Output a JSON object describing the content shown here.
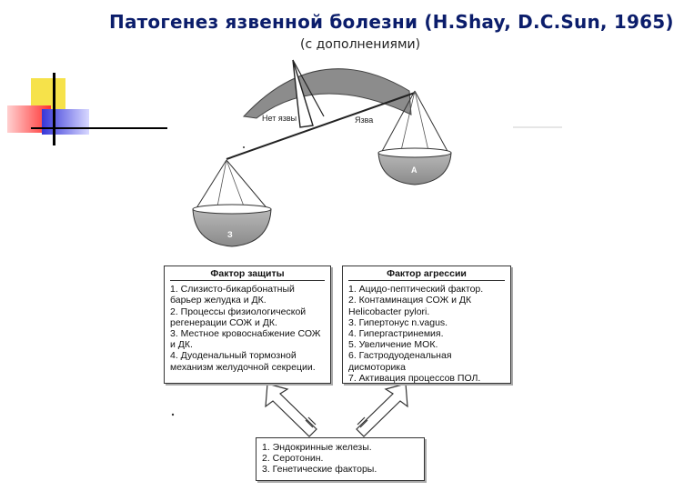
{
  "title": "Патогенез язвенной болезни (H.Shay, D.C.Sun, 1965)",
  "subtitle": "(с дополнениями)",
  "scale": {
    "label_no_ulcer": "Нет язвы",
    "label_ulcer": "Язва",
    "pan_left_letter": "З",
    "pan_right_letter": "А"
  },
  "defense": {
    "header": "Фактор защиты",
    "items": [
      "1. Слизисто-бикарбонатный барьер желудка и ДК.",
      "2. Процессы физиологической регенерации СОЖ и ДК.",
      "3. Местное кровоснабжение СОЖ и ДК.",
      "4. Дуоденальный тормозной механизм желудочной секреции."
    ]
  },
  "aggression": {
    "header": "Фактор агрессии",
    "items": [
      "1. Ацидо-пептический фактор.",
      "2. Контаминация СОЖ и ДК Helicobacter pylori.",
      "3. Гипертонус n.vagus.",
      "4. Гипергастринемия.",
      "5. Увеличение МОК.",
      "6. Гастродуоденальная дисмоторика",
      "7. Активация процессов ПОЛ."
    ]
  },
  "common": {
    "items": [
      "1. Эндокринные железы.",
      "2. Серотонин.",
      "3. Генетические факторы."
    ]
  }
}
